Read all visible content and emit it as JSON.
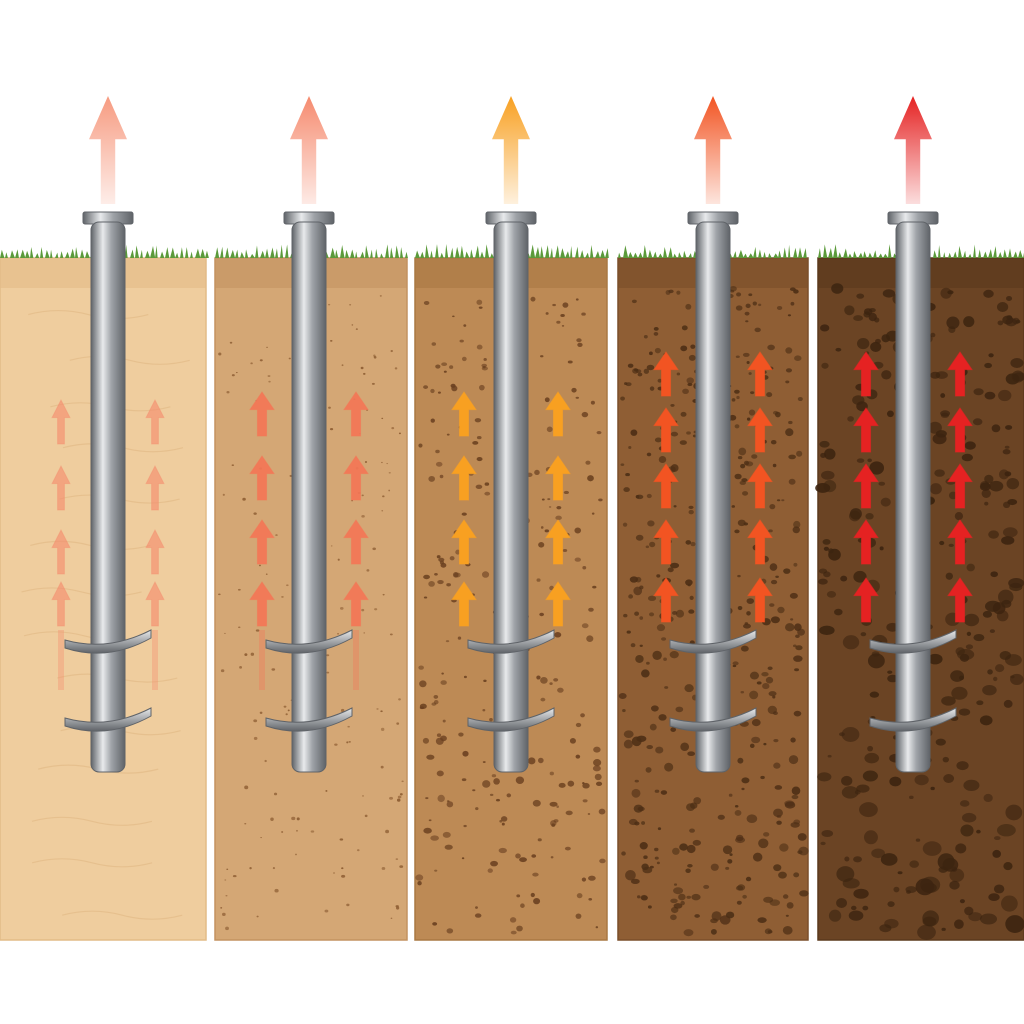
{
  "diagram": {
    "panels": [
      {
        "soil_color": "#efcd9e",
        "soil_edge_color": "#e2bb87",
        "speckle_color": "#c99a62",
        "texture": "smooth",
        "arrow_color": "#f5896a",
        "arrow_opacity": 0.75,
        "inner_arrow_icon": "up-arrow-icon"
      },
      {
        "soil_color": "#d4a775",
        "soil_edge_color": "#c39260",
        "speckle_color": "#8a5a30",
        "texture": "fine-sand",
        "arrow_color": "#f47655",
        "arrow_opacity": 0.9,
        "inner_arrow_icon": "up-arrow-icon"
      },
      {
        "soil_color": "#bd8a55",
        "soil_edge_color": "#a97843",
        "speckle_color": "#6a4020",
        "texture": "coarse-sand",
        "arrow_color": "#f8a021",
        "arrow_opacity": 1,
        "inner_arrow_icon": "up-arrow-icon"
      },
      {
        "soil_color": "#8f5e34",
        "soil_edge_color": "#7a4e2a",
        "speckle_color": "#4c2e15",
        "texture": "gravel",
        "arrow_color": "#f25422",
        "arrow_opacity": 1,
        "inner_arrow_icon": "up-arrow-icon"
      },
      {
        "soil_color": "#6b4424",
        "soil_edge_color": "#5a381c",
        "speckle_color": "#3c2410",
        "texture": "rocky",
        "arrow_color": "#e52222",
        "arrow_opacity": 1,
        "inner_arrow_icon": "up-arrow-icon"
      }
    ],
    "pile_color": "#9fa3a8",
    "pile_highlight_color": "#e8eaec",
    "pile_shadow_color": "#5f6368",
    "grass_color": "#5b9a3a",
    "top_arrow_icon": "up-arrow-icon",
    "pile_icon": "helical-pile-icon"
  }
}
